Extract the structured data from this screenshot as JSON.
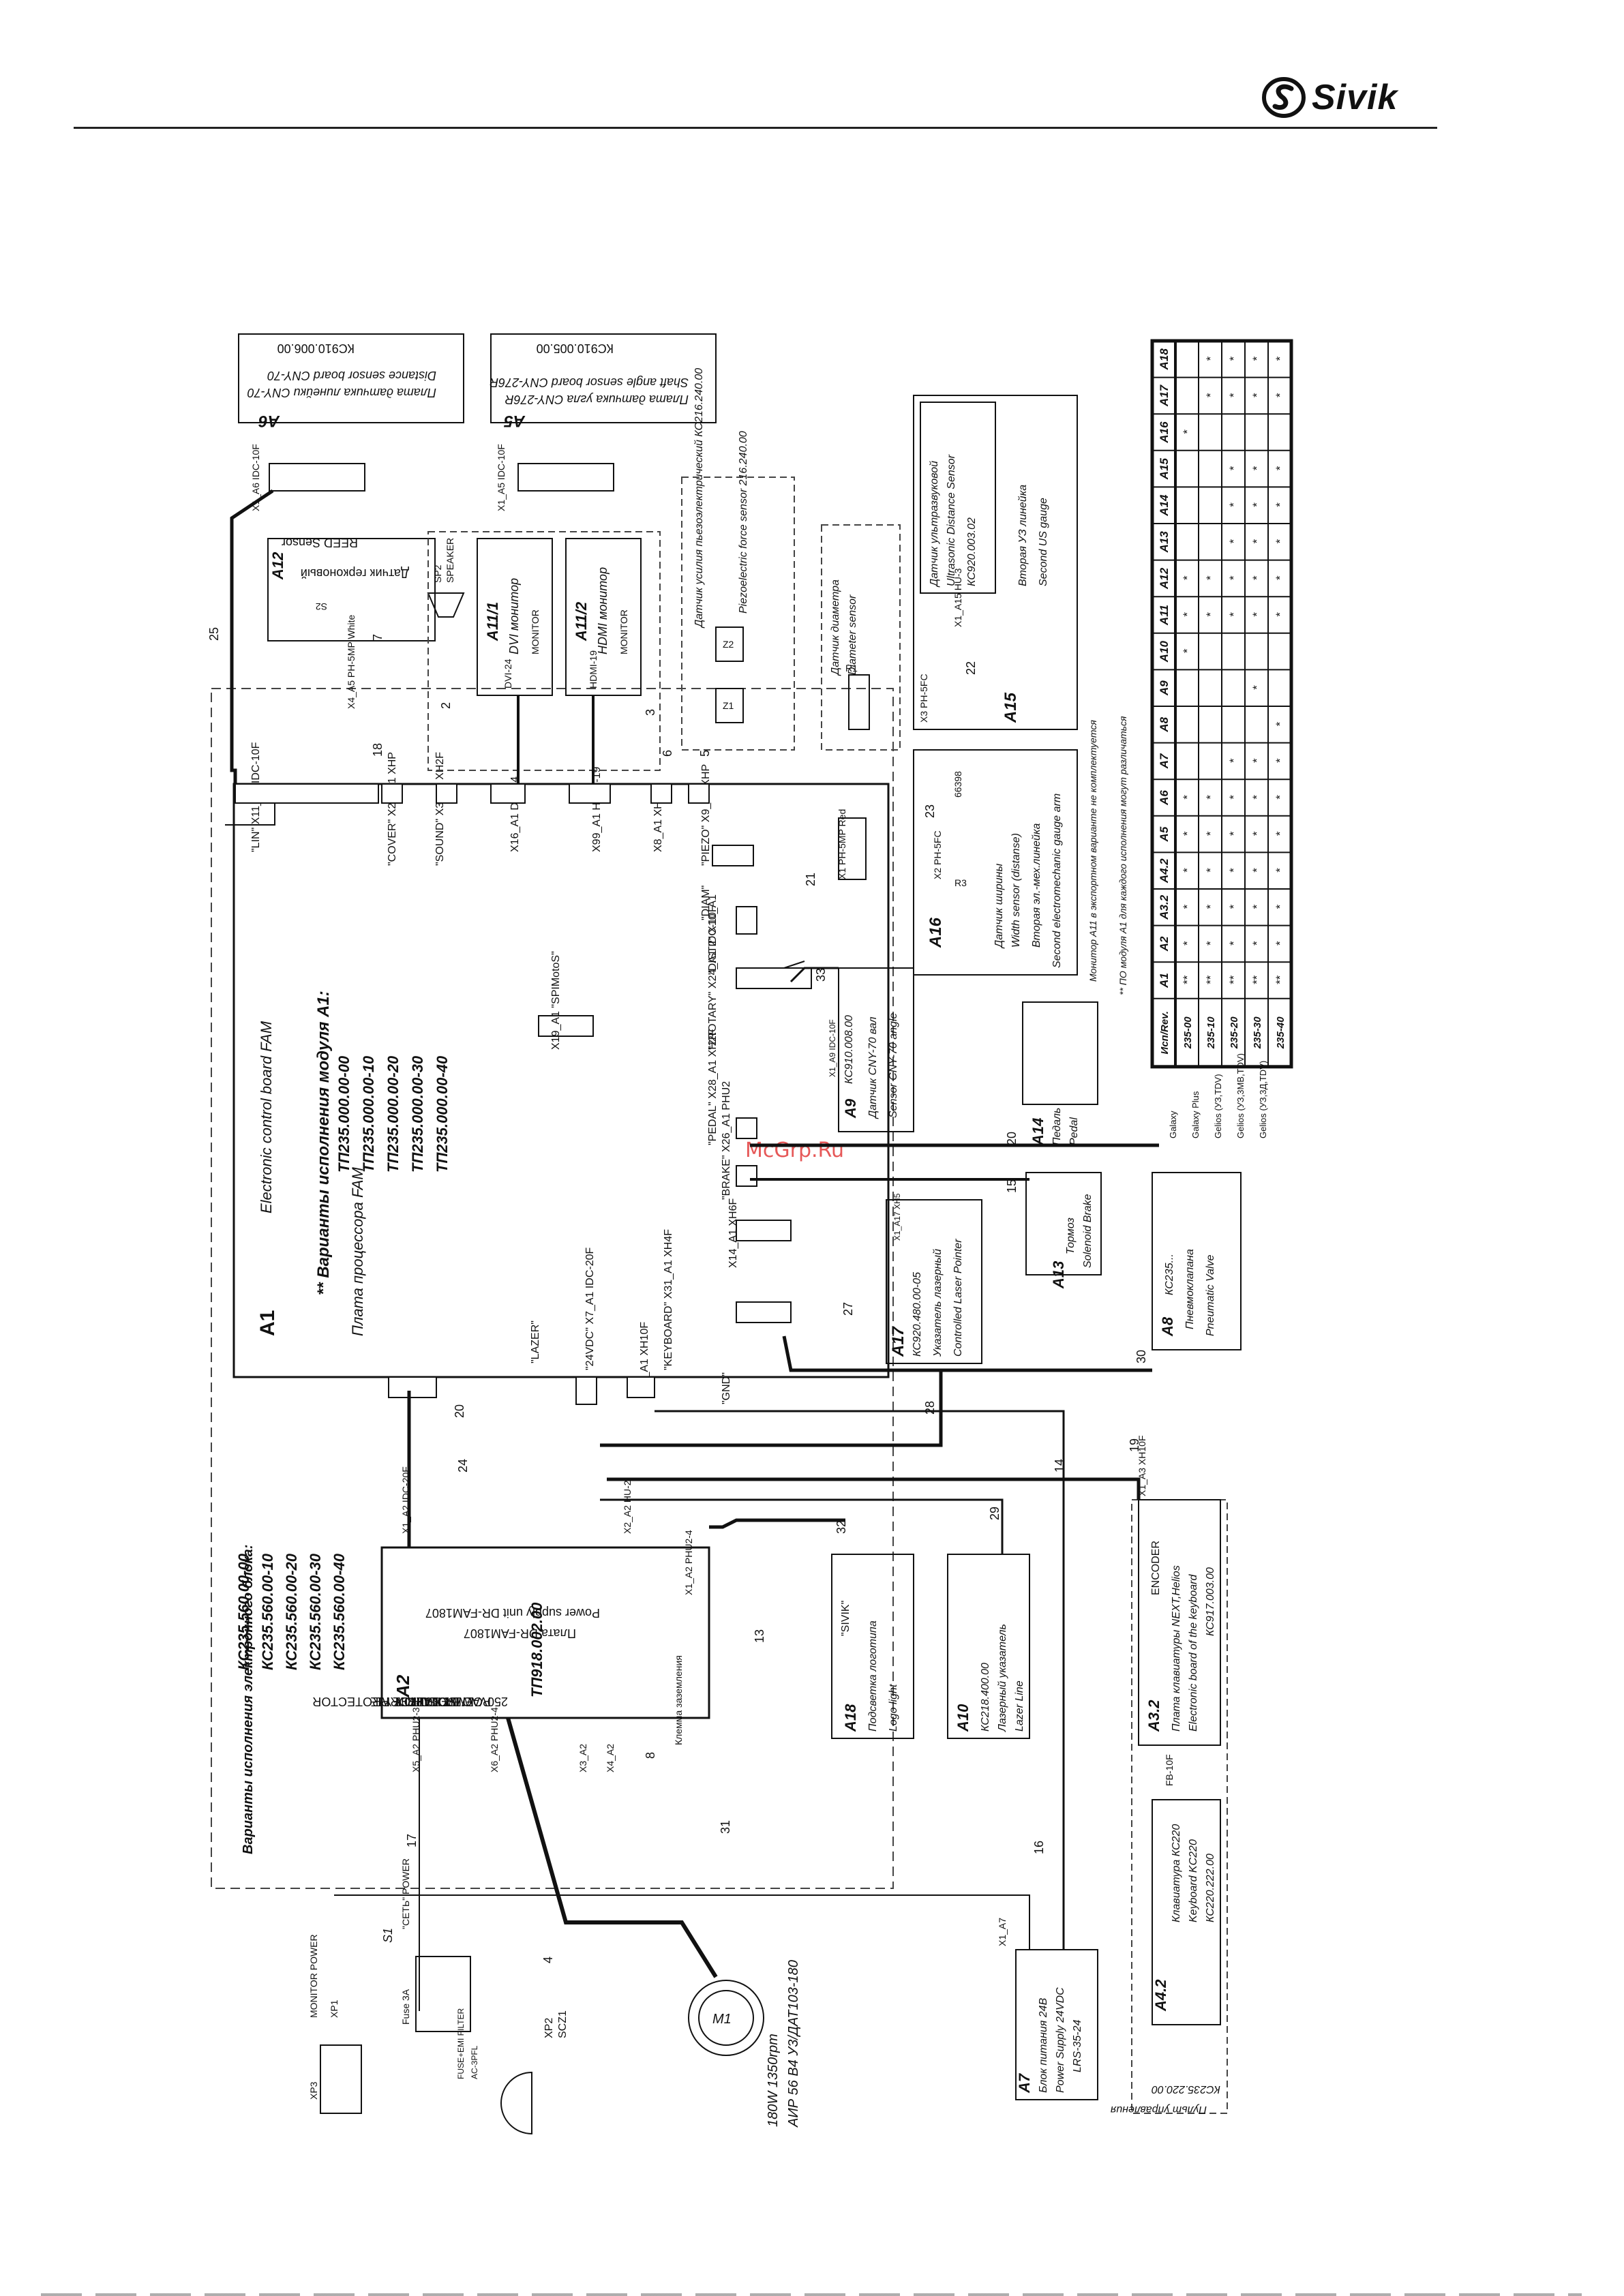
{
  "brand": {
    "name": "Sivik",
    "accent": "#111111"
  },
  "watermark": "McGrp.Ru",
  "a1": {
    "id": "A1",
    "title_en": "Electronic control board FAM",
    "title_ru": "Плата процессора FAM",
    "variants_title": "** Варианты исполнения модуля A1:",
    "variants": [
      "ТП235.000.00-00",
      "ТП235.000.00-10",
      "ТП235.000.00-20",
      "ТП235.000.00-30",
      "ТП235.000.00-40"
    ],
    "connectors": [
      "\"LIN\" X11_A1 IDC-10F",
      "\"COVER\" X29_A1 XHP",
      "\"SOUND\" X3_A1 XH2F",
      "X16_A1 DVI-24",
      "X99_A1 HDMI-19",
      "X8_A1 XHP",
      "\"PIEZO\" X9_A1 XHP",
      "\"DIAM\"",
      "\"DIST2\" X10_A1",
      "\"2ROTARY\" X24_A1 IDC-10F",
      "X19_A1 \"SPIMotoS\"",
      "\"PEDAL\" X28_A1 XH2F",
      "\"BRAKE\" X26_A1 PHU2",
      "X14_A1 XH6F",
      "\"KEYBOARD\" X31_A1 XH4F",
      "\"LAZER\"",
      "\"24VDC\" X7_A1 IDC-20F",
      "X12_A1 XH10F",
      "\"GND\""
    ]
  },
  "a2": {
    "id": "A2",
    "lines": [
      "SURGE PROTECTOR",
      "MOTOR DRIVE",
      "EMI FILTER",
      "POWER SUPPLY",
      "250VAC ISOLATION Y1"
    ],
    "title_ru": "Плата DR-FAM1807",
    "title_en": "Power supply unit DR-FAM1807",
    "part": "ТП918.002.00",
    "connectors": [
      "X5_A2 PHU2-3",
      "X6_A2 PHU2-4",
      "X3_A2",
      "X4_A2",
      "X1_A2 IDC-20F",
      "X2_A2 HU-2",
      "X1_A2 PHU2-4"
    ],
    "ground_label": "Клемма заземления"
  },
  "block_variants": {
    "title": "Варианты исполнения электронного блока:",
    "items": [
      "КС235.560.00-00",
      "КС235.560.00-10",
      "КС235.560.00-20",
      "КС235.560.00-30",
      "КС235.560.00-40"
    ]
  },
  "a5": {
    "id": "A5",
    "ru": "Плата датчика угла CNY-276R",
    "en": "Shaft angle sensor board CNY-276R",
    "part": "КС910.005.00",
    "connector": "X1_A5 IDC-10F"
  },
  "a6": {
    "id": "A6",
    "ru": "Плата датчика линейки CNY-70",
    "en": "Distance sensor board CNY-70",
    "part": "КС910.006.00",
    "connector": "X1_A6 IDC-10F"
  },
  "a12": {
    "id": "A12",
    "en": "REED Sensor",
    "ru": "Датчик герконовый",
    "s2": "S2",
    "x4": "X4_A5 PH-5MP White"
  },
  "sp2": {
    "id": "SP2",
    "label": "SPEAKER"
  },
  "a11_1": {
    "id": "A11/1",
    "ru": "DVI монитор",
    "en": "MONITOR",
    "connector": "DVI-24"
  },
  "a11_2": {
    "id": "A11/2",
    "ru": "HDMI монитор",
    "en": "MONITOR",
    "connector": "HDMI-19"
  },
  "piezo": {
    "ru": "Датчик усилия пьезоэлектрический КС216.240.00",
    "en": "Piezoelectric force sensor 216.240.00",
    "z1": "Z1",
    "z2": "Z2"
  },
  "diam": {
    "ru": "Датчик диаметра",
    "en": "Diameter sensor",
    "r1": "R1"
  },
  "a16": {
    "id": "A16",
    "ru": "Датчик ширины",
    "en": "Width sensor (distanse)",
    "ru2": "Вторая эл.-мех.линейка",
    "en2": "Second electromechanic gauge arm",
    "part": "66398",
    "r3": "R3",
    "x2": "X2 PH-5FC",
    "x1": "X1 PH-5MP Red"
  },
  "a15": {
    "id": "A15",
    "ru": "Датчик ультразвуковой",
    "en": "Ultrasonic Distance Sensor",
    "part": "КС920.003.02",
    "ru2": "Вторая УЗ линейка",
    "en2": "Second US gauge",
    "x3": "X3 PH-5FC",
    "x1": "X1_A15 HU-3"
  },
  "a9": {
    "id": "A9",
    "ru": "Датчик CNY-70 вал",
    "en": "Sensor CNY-70 angle",
    "part": "КС910.008.00",
    "connector": "X1_A9 IDC-10F"
  },
  "a14": {
    "id": "A14",
    "ru": "Педаль",
    "en": "Pedal"
  },
  "a13": {
    "id": "A13",
    "ru": "Тормоз",
    "en": "Solenoid Brake"
  },
  "a17": {
    "id": "A17",
    "part": "КС920.480.00-05",
    "ru": "Указатель лазерный",
    "en": "Controlled Laser Pointer",
    "connector": "X1_A17 XH5"
  },
  "a8": {
    "id": "A8",
    "part": "КС235...",
    "ru": "Пневмоклапана",
    "en": "Pneumatic Valve"
  },
  "a18": {
    "id": "A18",
    "brand": "\"SIVIK\"",
    "ru": "Подсветка логотипа",
    "en": "Logo light"
  },
  "a10": {
    "id": "A10",
    "part": "КС218.400.00",
    "ru": "Лазерный указатель",
    "en": "Lazer Line"
  },
  "a3_2": {
    "id": "A3.2",
    "title": "ENCODER",
    "ru": "Плата клавиатуры NEXT,Helios",
    "en": "Electronic board of the keyboard",
    "part": "КС917.003.00",
    "connector": "X1_A3 XH10F",
    "fb": "FB-10F"
  },
  "a4_2": {
    "id": "A4.2",
    "ru": "Клавиатура КС220",
    "en": "Keyboard KC220",
    "part": "КС220.222.00"
  },
  "panel": {
    "ru": "Пульт управления",
    "part": "КС235.220.00"
  },
  "a7": {
    "id": "A7",
    "ru": "Блок питания 24В",
    "en": "Power Supply 24VDC",
    "model": "LRS-35-24",
    "connector": "X1_A7"
  },
  "motor": {
    "id": "M1",
    "spec1": "180W 1350rpm",
    "spec2": "АИР 56 В4 У3/ДАТ103-180"
  },
  "mains": {
    "xp1": "XP1",
    "xp1_label": "MONITOR POWER",
    "xp3": "XP3",
    "s1": "S1",
    "s1_label": "\"СЕТЬ\" POWER",
    "fuse": "Fuse 3A",
    "filter": "FUSE+EMI FILTER",
    "filter_part": "AC-3PFL",
    "xp2": "XP2",
    "xp2_label": "SCZ1"
  },
  "wires": [
    "25",
    "18",
    "2",
    "3",
    "6",
    "5",
    "21",
    "22",
    "23",
    "33",
    "20",
    "15",
    "27",
    "28",
    "30",
    "19",
    "14",
    "24",
    "20",
    "32",
    "29",
    "13",
    "31",
    "16",
    "17",
    "4",
    "8",
    "7"
  ],
  "notes": [
    "** ПО модуля A1 для каждого исполнения могут различаться",
    "Монитор A11 в экспортном варианте не комплектуется"
  ],
  "models": [
    "Galaxy",
    "Galaxy Plus",
    "Gelios (УЗ,TDV)",
    "Gelios (УЗ,3МВ,TDV)",
    "Gelios (УЗ,3Д,TDV)"
  ],
  "table": {
    "headers": [
      "Исп/Rev.",
      "A1",
      "A2",
      "A3.2",
      "A4.2",
      "A5",
      "A6",
      "A7",
      "A8",
      "A9",
      "A10",
      "A11",
      "A12",
      "A13",
      "A14",
      "A15",
      "A16",
      "A17",
      "A18"
    ],
    "rows": [
      [
        "235-00",
        "**",
        "*",
        "*",
        "*",
        "*",
        "*",
        "",
        "",
        "",
        "*",
        "*",
        "*",
        "",
        "",
        "",
        "*",
        "",
        ""
      ],
      [
        "235-10",
        "**",
        "*",
        "*",
        "*",
        "*",
        "*",
        "",
        "",
        "",
        "",
        "*",
        "*",
        "",
        "",
        "",
        "",
        "*",
        "*"
      ],
      [
        "235-20",
        "**",
        "*",
        "*",
        "*",
        "*",
        "*",
        "*",
        "",
        "",
        "",
        "*",
        "*",
        "*",
        "*",
        "*",
        "",
        "*",
        "*"
      ],
      [
        "235-30",
        "**",
        "*",
        "*",
        "*",
        "*",
        "*",
        "*",
        "",
        "*",
        "",
        "*",
        "*",
        "*",
        "*",
        "*",
        "",
        "*",
        "*"
      ],
      [
        "235-40",
        "**",
        "*",
        "*",
        "*",
        "*",
        "*",
        "*",
        "*",
        "",
        "",
        "*",
        "*",
        "*",
        "*",
        "*",
        "",
        "*",
        "*"
      ]
    ]
  }
}
